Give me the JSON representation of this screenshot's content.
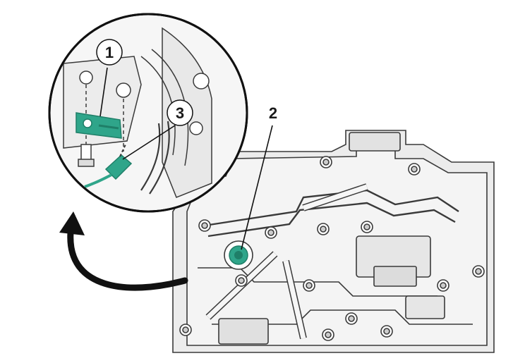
{
  "callouts": [
    {
      "id": "1",
      "label": "1"
    },
    {
      "id": "2",
      "label": "2"
    },
    {
      "id": "3",
      "label": "3"
    }
  ],
  "colors": {
    "accent_green": "#2fa58a",
    "accent_green_dark": "#1f7f68",
    "line": "#3a3a3a",
    "part_fill": "#ececec",
    "background": "#ffffff"
  },
  "icons": [
    "detail-magnifier-circle",
    "curved-arrow-icon",
    "bracket-clip",
    "wiring-harness-connector",
    "valve-body-housing"
  ]
}
